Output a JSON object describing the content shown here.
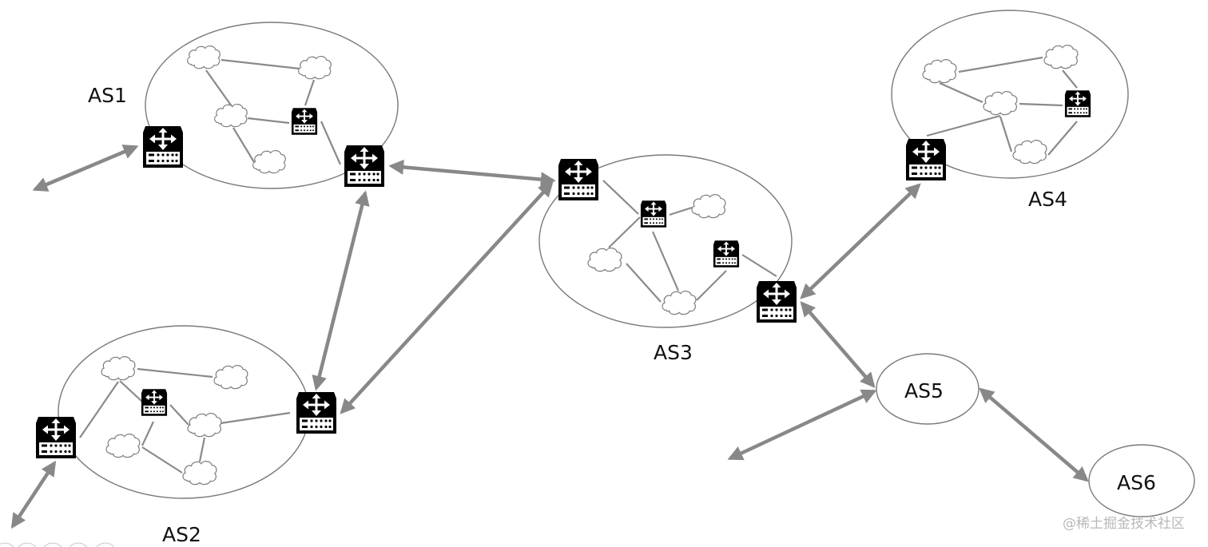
{
  "diagram": {
    "type": "network-topology",
    "colors": {
      "background": "#ffffff",
      "as_outline": "#7a7a7a",
      "internal_link": "#8a8a8a",
      "peering_arrow": "#888888",
      "router": "#000000",
      "label": "#111111",
      "watermark": "#b8b8b8"
    },
    "autonomous_systems": [
      {
        "id": "AS1",
        "label": "AS1",
        "kind": "detailed",
        "internal_routers": 1,
        "internal_subnets": 4,
        "border_routers": 2
      },
      {
        "id": "AS2",
        "label": "AS2",
        "kind": "detailed",
        "internal_routers": 1,
        "internal_subnets": 5,
        "border_routers": 2
      },
      {
        "id": "AS3",
        "label": "AS3",
        "kind": "detailed",
        "internal_routers": 2,
        "internal_subnets": 3,
        "border_routers": 2
      },
      {
        "id": "AS4",
        "label": "AS4",
        "kind": "detailed",
        "internal_routers": 1,
        "internal_subnets": 4,
        "border_routers": 1
      },
      {
        "id": "AS5",
        "label": "AS5",
        "kind": "simple"
      },
      {
        "id": "AS6",
        "label": "AS6",
        "kind": "simple"
      }
    ],
    "peering_links": [
      {
        "from": "AS1",
        "to": "external",
        "bidirectional": true
      },
      {
        "from": "AS1",
        "to": "AS3",
        "bidirectional": true
      },
      {
        "from": "AS1",
        "to": "AS2",
        "bidirectional": true
      },
      {
        "from": "AS2",
        "to": "AS3",
        "bidirectional": true
      },
      {
        "from": "AS2",
        "to": "external",
        "bidirectional": true
      },
      {
        "from": "AS3",
        "to": "AS4",
        "bidirectional": true
      },
      {
        "from": "AS3",
        "to": "AS5",
        "bidirectional": true
      },
      {
        "from": "AS5",
        "to": "external",
        "bidirectional": true
      },
      {
        "from": "AS5",
        "to": "AS6",
        "bidirectional": true
      }
    ],
    "icons": {
      "router": "router-icon",
      "subnet": "cloud-icon"
    }
  },
  "labels": {
    "as1": "AS1",
    "as2": "AS2",
    "as3": "AS3",
    "as4": "AS4",
    "as5": "AS5",
    "as6": "AS6"
  },
  "watermark": "@稀土掘金技术社区"
}
